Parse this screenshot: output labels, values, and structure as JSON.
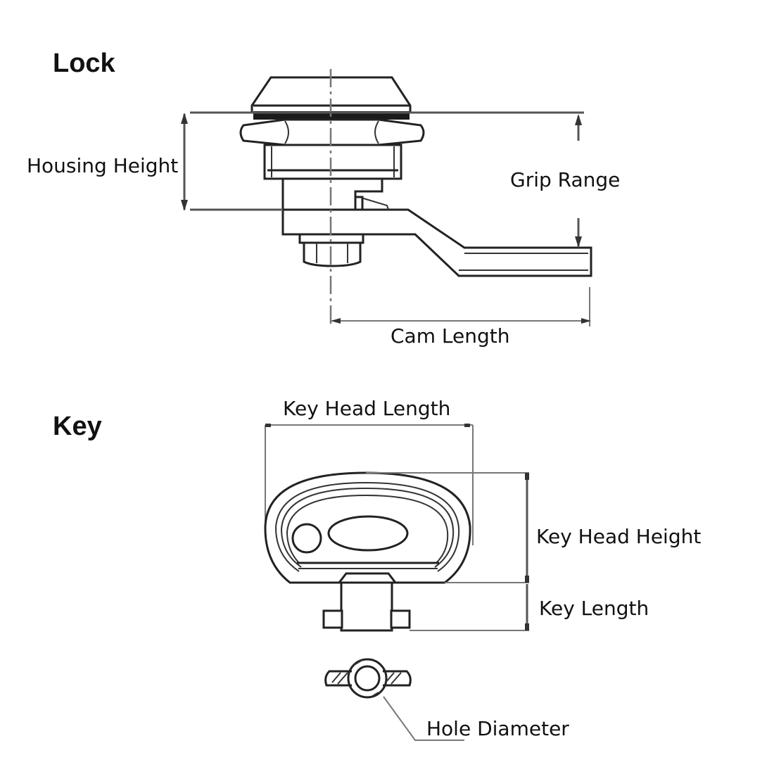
{
  "sections": {
    "lock": {
      "title": "Lock",
      "labels": {
        "housing_height": "Housing Height",
        "grip_range": "Grip Range",
        "cam_length": "Cam Length"
      }
    },
    "key": {
      "title": "Key",
      "labels": {
        "key_head_length": "Key Head Length",
        "key_head_height": "Key Head Height",
        "key_length": "Key Length",
        "hole_diameter": "Hole Diameter"
      }
    }
  },
  "colors": {
    "line": "#222222",
    "dimension": "#555555",
    "background": "#ffffff"
  }
}
